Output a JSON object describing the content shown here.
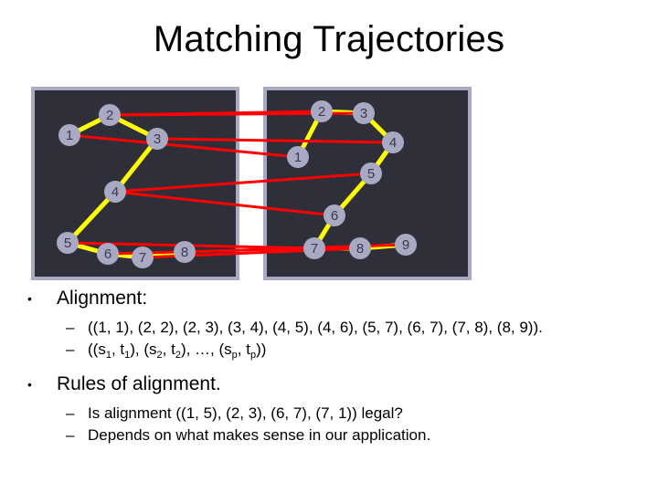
{
  "title": "Matching Trajectories",
  "colors": {
    "panel_fill": "#2f2f3a",
    "panel_border": "#a9a9c4",
    "trajectory_line": "#ffff00",
    "alignment_line": "#ff0000",
    "node_fill": "#a9a9c4",
    "node_text": "#3a3a4a"
  },
  "trajectory_s": {
    "points": [
      {
        "label": "1"
      },
      {
        "label": "2"
      },
      {
        "label": "3"
      },
      {
        "label": "4"
      },
      {
        "label": "5"
      },
      {
        "label": "6"
      },
      {
        "label": "7"
      },
      {
        "label": "8"
      }
    ]
  },
  "trajectory_t": {
    "points": [
      {
        "label": "1"
      },
      {
        "label": "2"
      },
      {
        "label": "3"
      },
      {
        "label": "4"
      },
      {
        "label": "5"
      },
      {
        "label": "6"
      },
      {
        "label": "7"
      },
      {
        "label": "8"
      },
      {
        "label": "9"
      }
    ]
  },
  "alignment": [
    [
      1,
      1
    ],
    [
      2,
      2
    ],
    [
      2,
      3
    ],
    [
      3,
      4
    ],
    [
      4,
      5
    ],
    [
      4,
      6
    ],
    [
      5,
      7
    ],
    [
      6,
      7
    ],
    [
      7,
      8
    ],
    [
      8,
      9
    ]
  ],
  "bullets": [
    {
      "text": "Alignment:",
      "items": [
        {
          "text": "((1, 1), (2, 2), (2, 3), (3, 4), (4, 5), (4, 6), (5, 7), (6, 7), (7, 8), (8, 9))."
        },
        {
          "text_parts": [
            "((s",
            "1",
            ", t",
            "1",
            "), (s",
            "2",
            ", t",
            "2",
            "), …, (s",
            "p",
            ", t",
            "p",
            "))"
          ]
        }
      ]
    },
    {
      "text": "Rules of alignment.",
      "items": [
        {
          "text": "Is alignment ((1, 5), (2, 3), (6, 7), (7, 1)) legal?"
        },
        {
          "text": "Depends on what makes sense in our application."
        }
      ]
    }
  ]
}
